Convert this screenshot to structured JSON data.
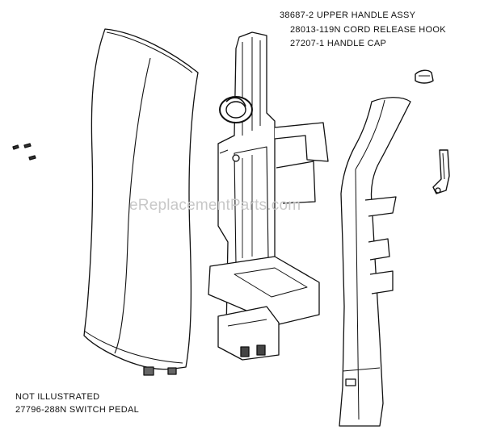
{
  "labels": {
    "upper_handle": "38687-2 UPPER HANDLE ASSY",
    "cord_release_hook": "28013-119N CORD RELEASE HOOK",
    "handle_cap": "27207-1 HANDLE CAP",
    "not_illustrated": "NOT ILLUSTRATED",
    "switch_pedal": "27796-288N SWITCH PEDAL"
  },
  "watermark": "eReplacementParts.com"
}
